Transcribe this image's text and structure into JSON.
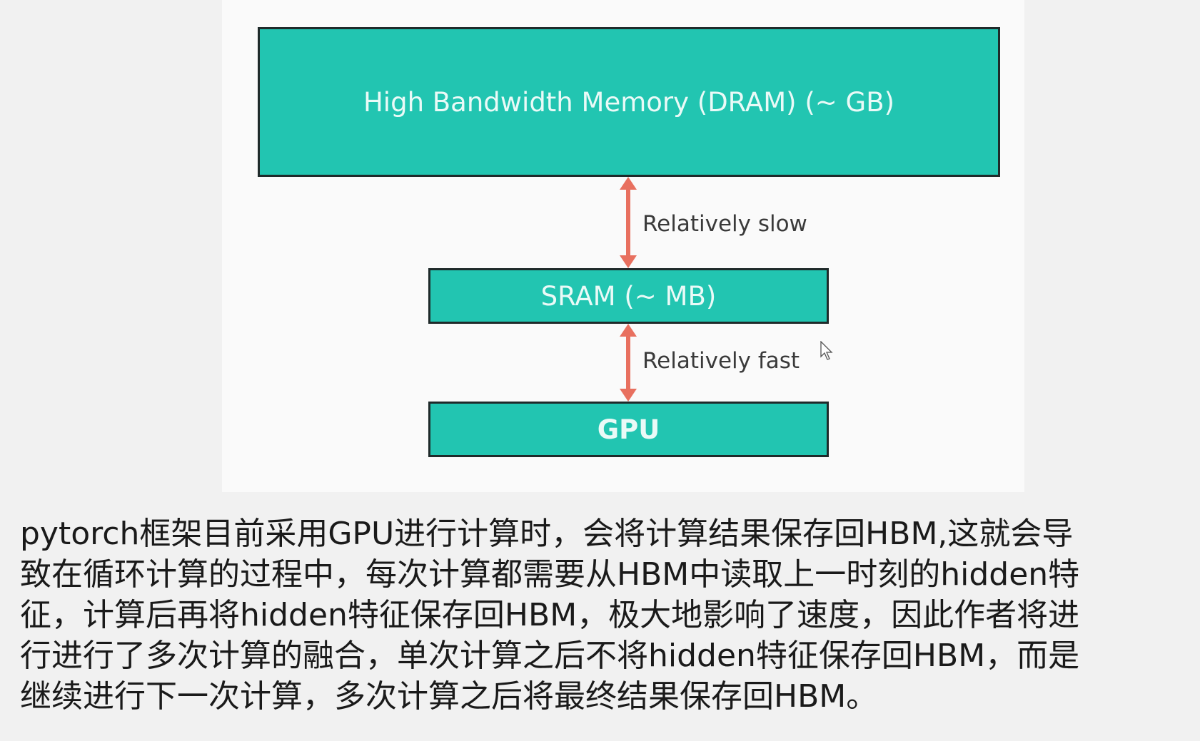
{
  "diagram": {
    "hbm_label": "High Bandwidth Memory (DRAM) (~ GB)",
    "sram_label": "SRAM (~ MB)",
    "gpu_label": "GPU",
    "link_hbm_sram": "Relatively slow",
    "link_sram_gpu": "Relatively fast",
    "box_color": "#22c5b1",
    "arrow_color": "#e8705f"
  },
  "caption": {
    "lines": [
      "pytorch框架目前采用GPU进行计算时，会将计算结果保存回HBM,这就会导",
      "致在循环计算的过程中，每次计算都需要从HBM中读取上一时刻的hidden特",
      "征，计算后再将hidden特征保存回HBM，极大地影响了速度，因此作者将进",
      "行进行了多次计算的融合，单次计算之后不将hidden特征保存回HBM，而是",
      "继续进行下一次计算，多次计算之后将最终结果保存回HBM。"
    ]
  }
}
